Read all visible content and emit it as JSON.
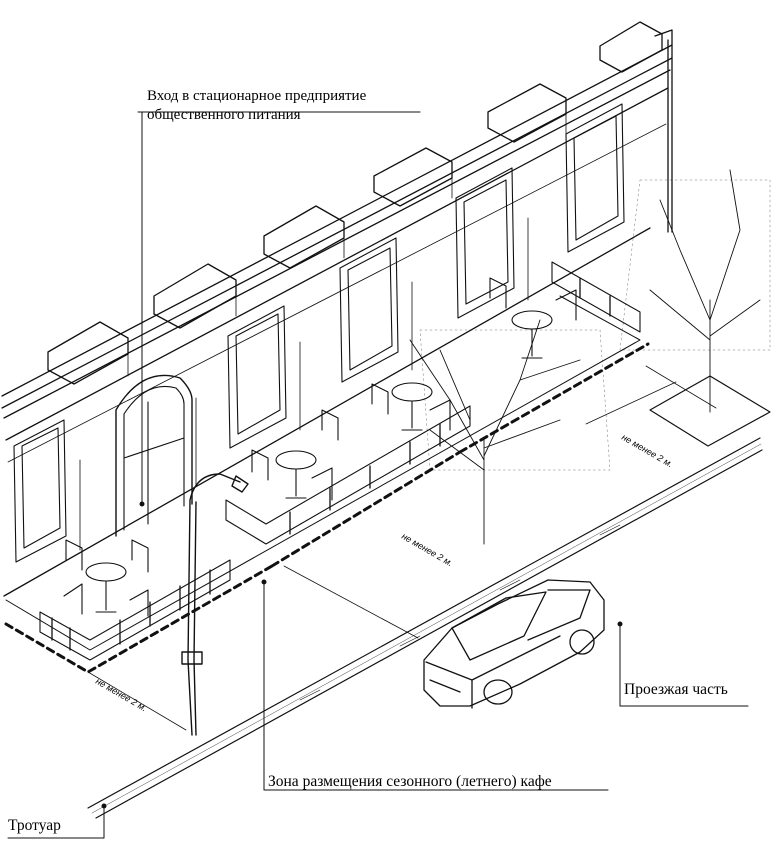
{
  "labels": {
    "entrance_line1": "Вход в стационарное предприятие",
    "entrance_line2": "общественного питания",
    "cafe_zone": "Зона размещения сезонного (летнего) кафе",
    "roadway": "Проезжая часть",
    "sidewalk": "Тротуар"
  },
  "dimensions": {
    "min_2m_a": "не менее 2 м.",
    "min_2m_b": "не менее 2 м.",
    "min_2m_c": "не менее 2 м."
  }
}
